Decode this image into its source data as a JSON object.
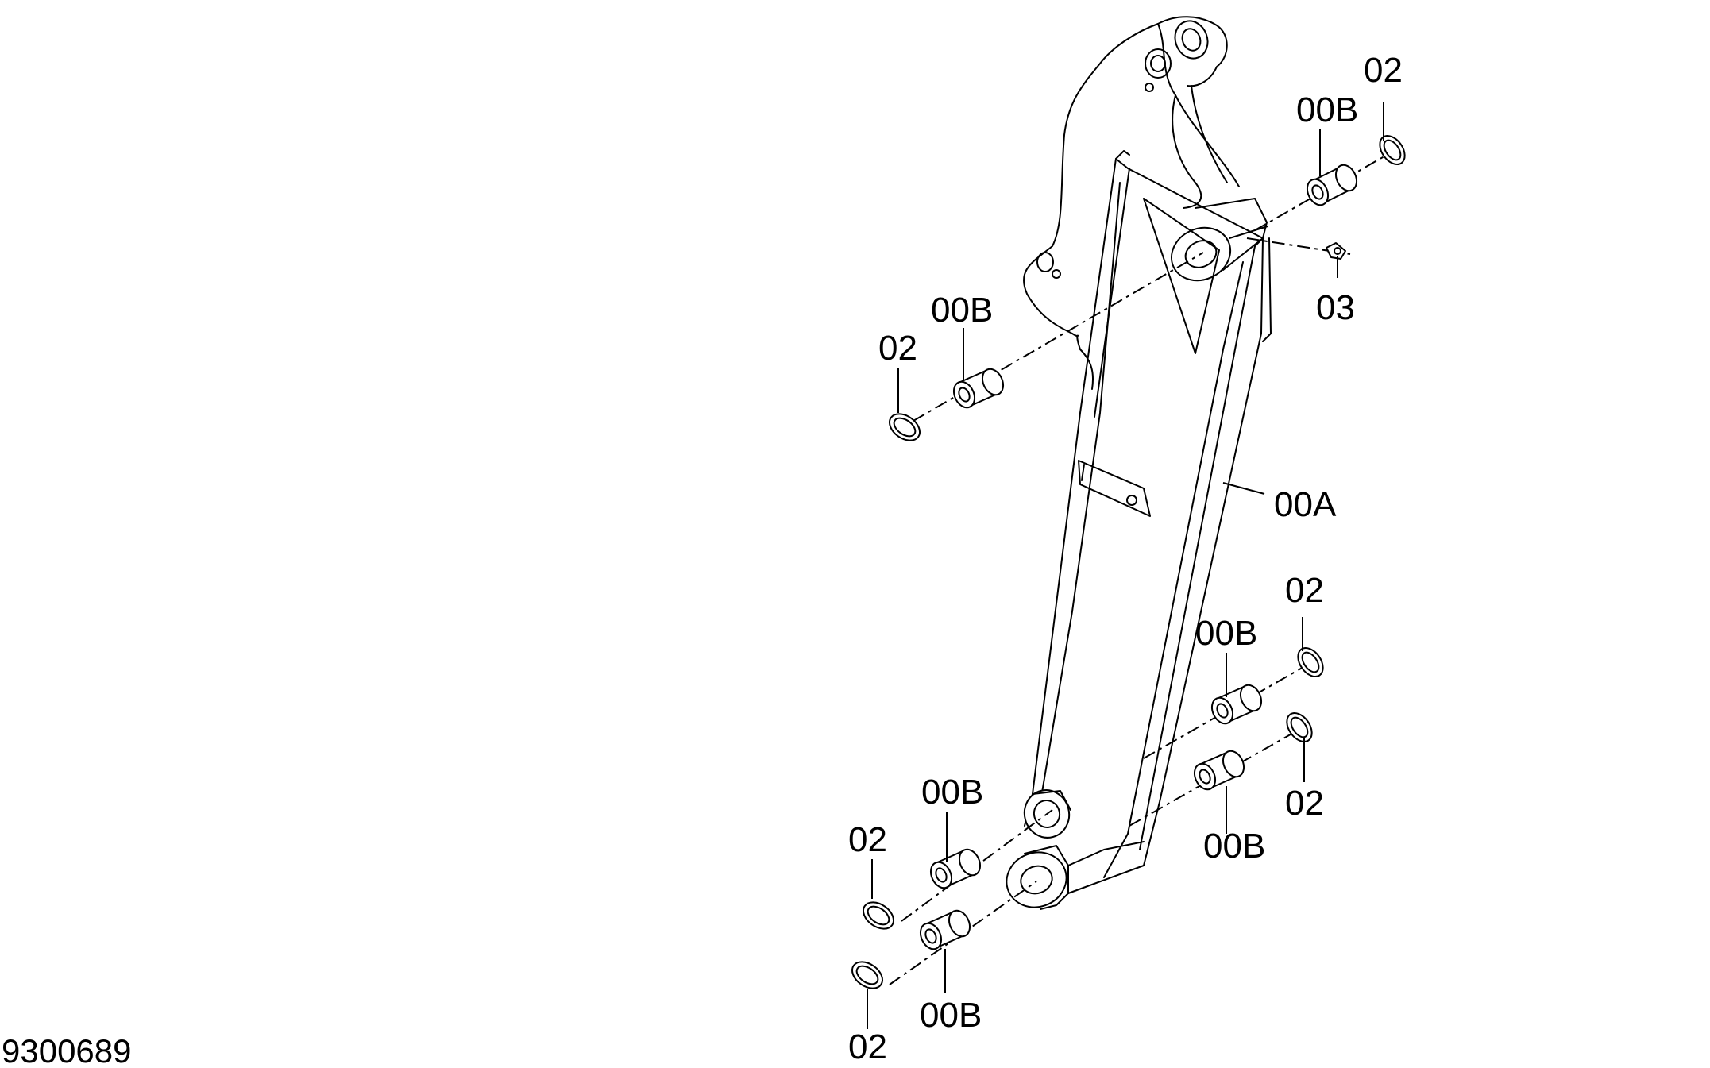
{
  "document": {
    "number": "9300689"
  },
  "callouts": {
    "arm": "00A",
    "bushing": "00B",
    "shim": "02",
    "grease_fitting": "03"
  }
}
